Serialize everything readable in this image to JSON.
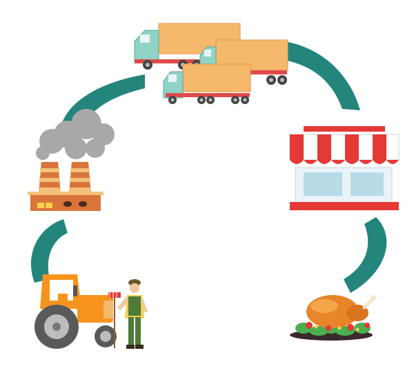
{
  "diagram": {
    "kind": "supply-chain-cycle",
    "stages": [
      {
        "id": "farm",
        "icon": "farm-tractor-farmer-icon"
      },
      {
        "id": "factory",
        "icon": "factory-icon"
      },
      {
        "id": "transport",
        "icon": "delivery-trucks-icon"
      },
      {
        "id": "store",
        "icon": "retail-store-icon"
      },
      {
        "id": "food",
        "icon": "roast-food-plate-icon"
      }
    ],
    "colors": {
      "arrow": "#23857c",
      "truck_cargo": "#f6b86a",
      "truck_cab": "#8fd3c6",
      "tractor": "#f7941d",
      "factory_body": "#d9743a",
      "smoke": "#a8a8a8",
      "awning_red": "#e53935",
      "plate": "#3a2a2a"
    }
  }
}
